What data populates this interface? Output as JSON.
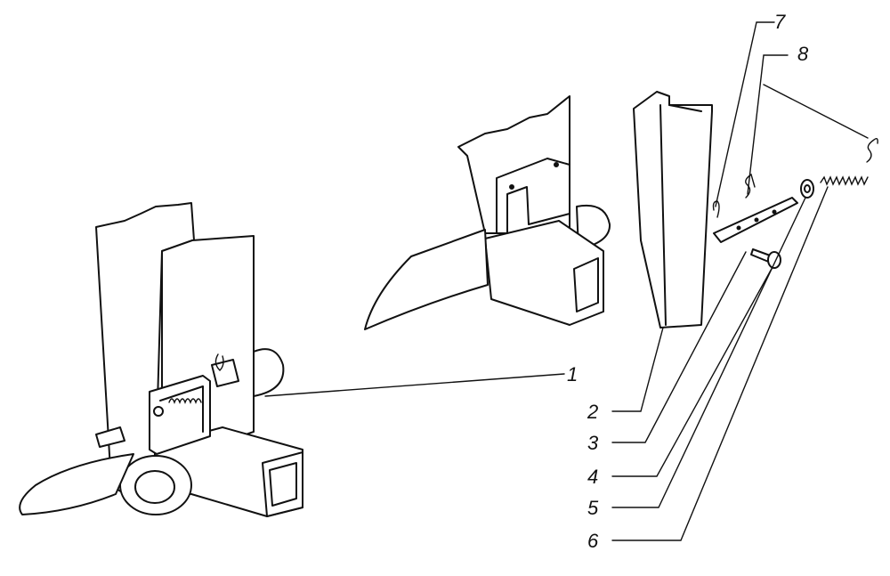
{
  "labels": {
    "1": "1",
    "2": "2",
    "3": "3",
    "4": "4",
    "5": "5",
    "6": "6",
    "7": "7",
    "8": "8"
  },
  "colors": {
    "ink": "#111111",
    "paper": "#ffffff"
  }
}
